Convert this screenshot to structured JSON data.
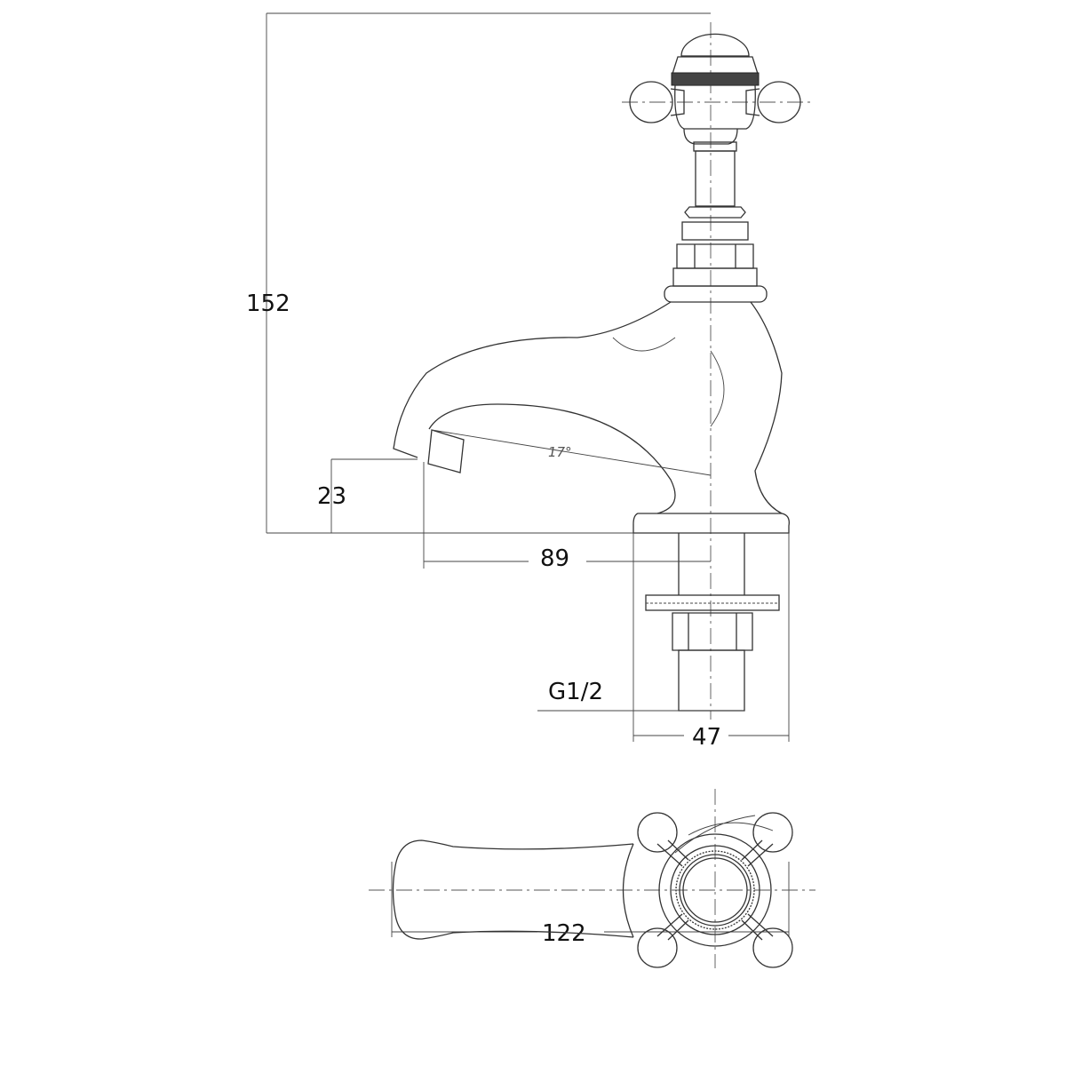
{
  "dimensions": {
    "height_total": "152",
    "spout_height": "23",
    "spout_reach": "89",
    "base_diameter": "47",
    "thread": "G1/2",
    "overall_length": "122",
    "spout_angle": "17°"
  },
  "colors": {
    "line": "#333333",
    "background": "#ffffff"
  }
}
